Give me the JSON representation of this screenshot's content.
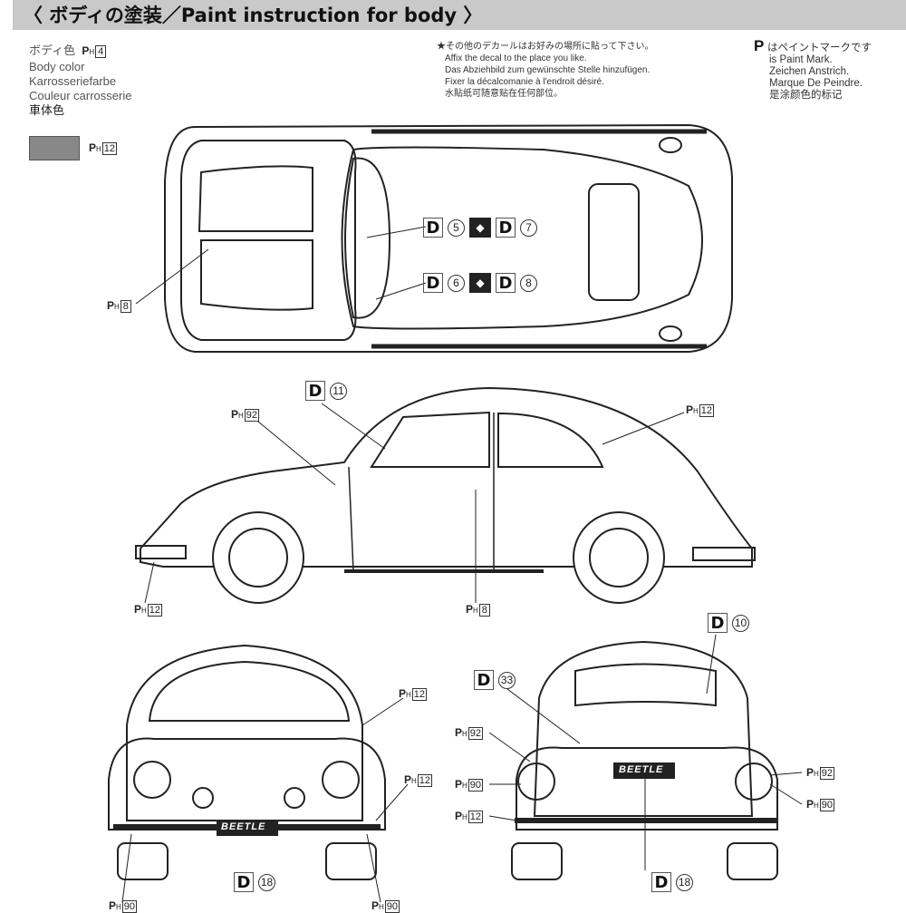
{
  "header": {
    "title": "〈 ボディの塗装／Paint instruction for body 〉"
  },
  "body_color": {
    "lines": [
      "ボディ色",
      "Body color",
      "Karrosseriefarbe",
      "Couleur carrosserie",
      "車体色"
    ],
    "paint": "4",
    "swatch_paint": "12",
    "swatch_color": "#888888"
  },
  "decal_note": [
    "★その他のデカールはお好みの場所に貼って下さい。",
    "Affix the decal to the place you like.",
    "Das Abziehbild zum gewünschte Stelle hinzufügen.",
    "Fixer la décalcomanie à l'endroit désiré.",
    "水貼纸可随意贴在任何部位。"
  ],
  "paint_mark": {
    "symbol": "P",
    "lines": [
      "はペイントマークです",
      "is Paint Mark.",
      "Zeichen Anstrich.",
      "Marque De Peindre.",
      "是涂颜色的标记"
    ]
  },
  "ph_prefix": "P",
  "ph_sub": "H",
  "decal_letter": "D",
  "swap_symbol": "◆",
  "top_view": {
    "ph": [
      "8"
    ],
    "decals": [
      "5",
      "7",
      "6",
      "8"
    ]
  },
  "side_view": {
    "decal": "11",
    "ph": [
      "92",
      "12",
      "12",
      "8"
    ]
  },
  "front_view": {
    "plate": "BEETLE",
    "decal": "18",
    "ph": [
      "12",
      "12",
      "90",
      "90"
    ]
  },
  "rear_view": {
    "plate": "BEETLE",
    "decals": [
      "10",
      "33",
      "18"
    ],
    "ph": [
      "92",
      "90",
      "12",
      "92",
      "90"
    ]
  }
}
